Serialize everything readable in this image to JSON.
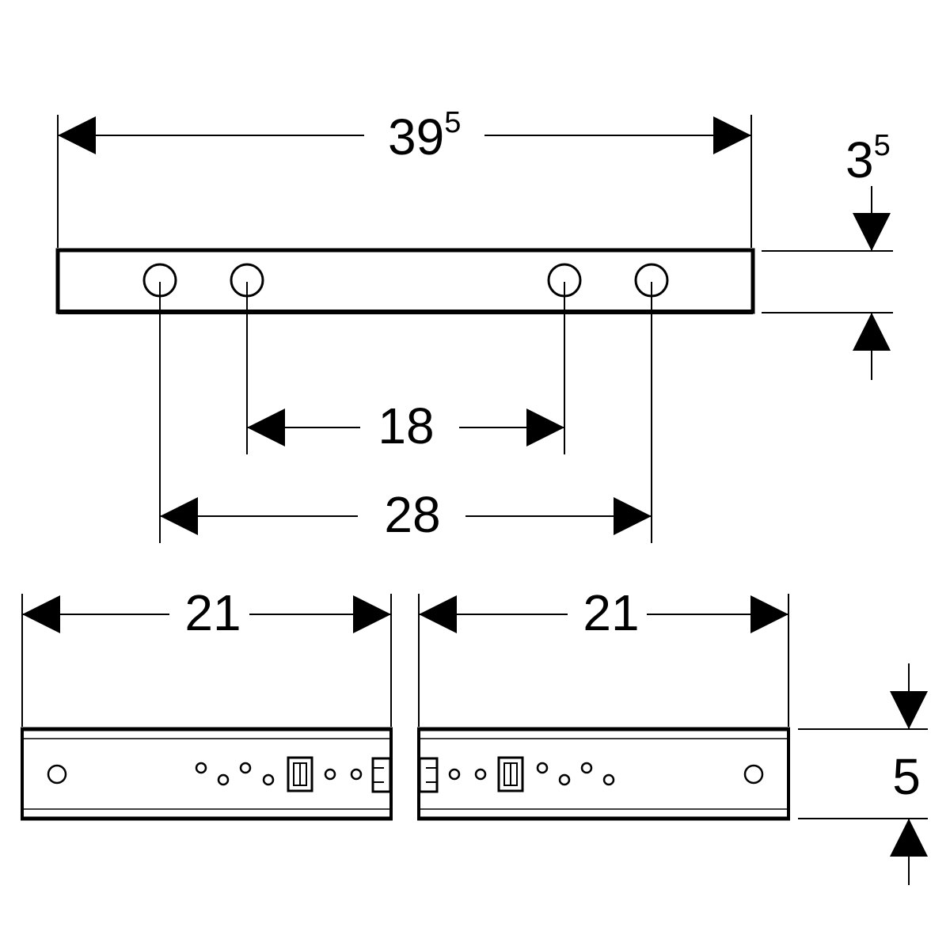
{
  "dimensions": {
    "top_width": {
      "value": "39",
      "superscript": "5"
    },
    "top_height": {
      "value": "3",
      "superscript": "5"
    },
    "inner_spacing": "18",
    "outer_spacing": "28",
    "left_rail_length": "21",
    "right_rail_length": "21",
    "rail_height": "5"
  },
  "colors": {
    "line": "#000000",
    "background": "#ffffff"
  }
}
